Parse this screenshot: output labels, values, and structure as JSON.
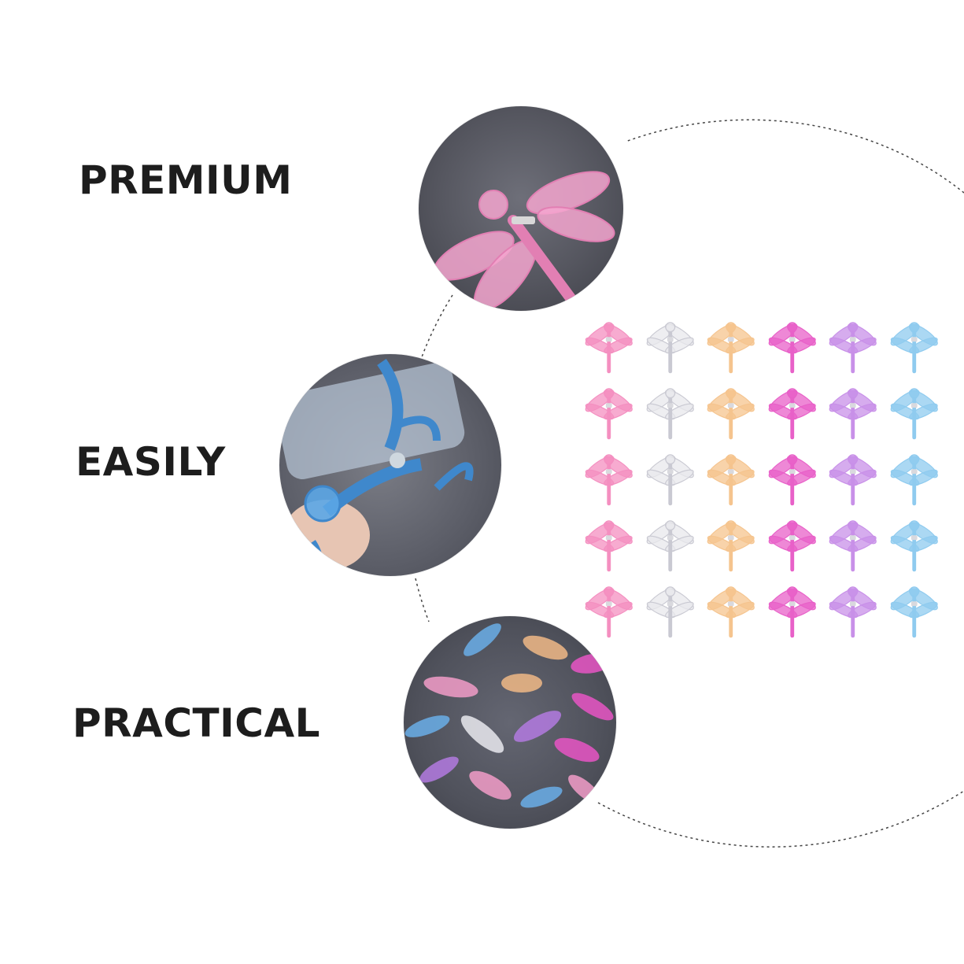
{
  "features": [
    {
      "label": "PREMIUM"
    },
    {
      "label": "EASILY"
    },
    {
      "label": "PRACTICAL"
    }
  ],
  "grid": {
    "rows": 5,
    "columns": 6,
    "colors": [
      "#f48fc0",
      "#e8e8ec",
      "#f5c48e",
      "#e860c8",
      "#c890e8",
      "#8fcbef"
    ]
  },
  "icons": {
    "product": "dragonfly-clip-icon"
  }
}
